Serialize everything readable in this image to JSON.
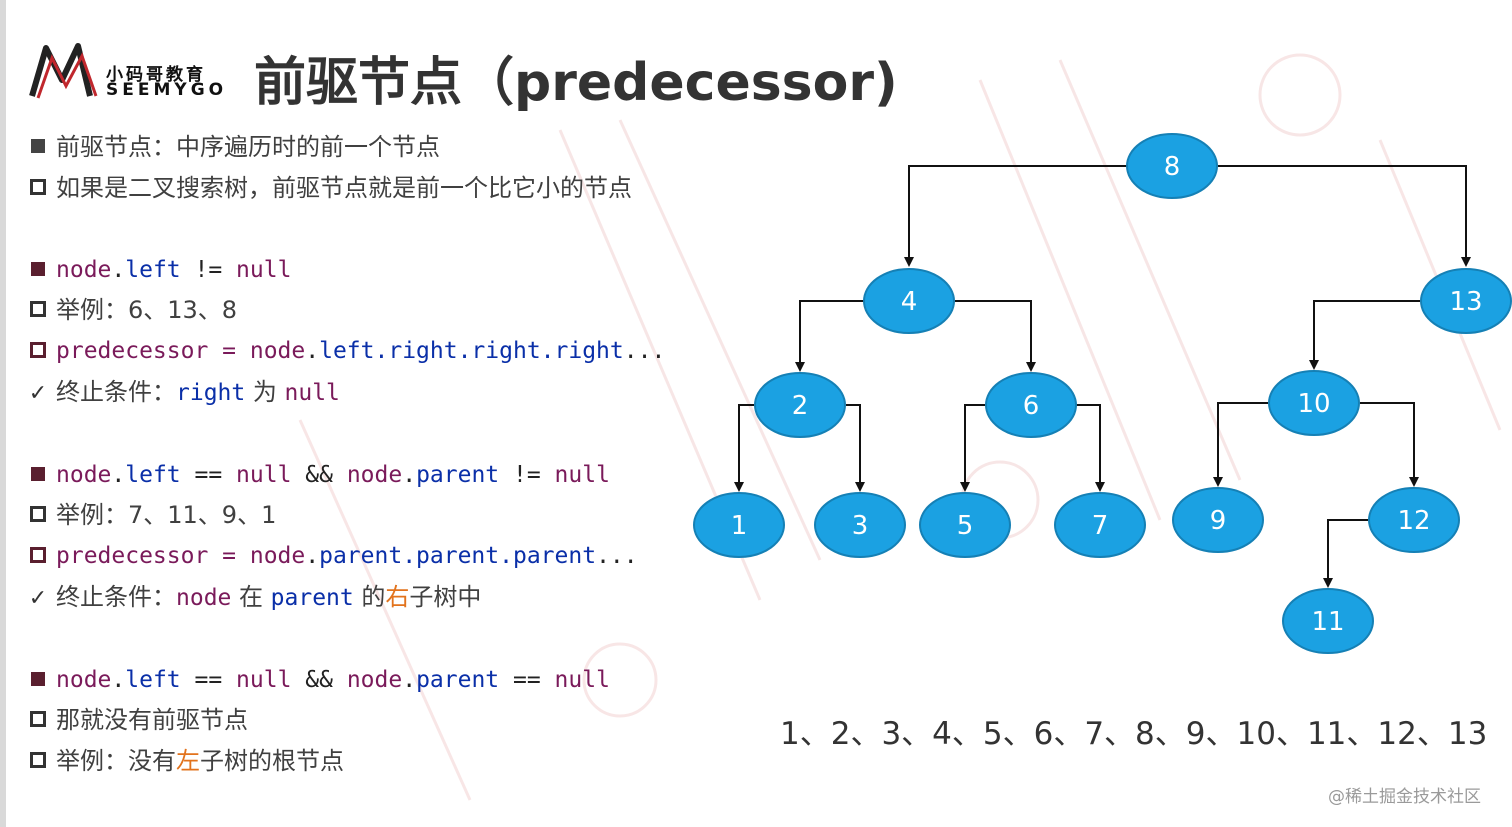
{
  "header": {
    "logo_cn": "小码哥教育",
    "logo_en": "SEEMYGO",
    "title": "前驱节点（predecessor)"
  },
  "bullets": {
    "l1": "前驱节点：中序遍历时的前一个节点",
    "l2": "如果是二叉搜索树，前驱节点就是前一个比它小的节点",
    "c1": {
      "node": "node",
      "dot": ".",
      "left": "left",
      "rest": " != ",
      "null": "null"
    },
    "l4": "举例：6、13、8",
    "l5": {
      "pred": "predecessor = node",
      "dot": ".",
      "chain": "left.right.right.right",
      "ellipsis": "..."
    },
    "l6": {
      "pre": "终止条件：",
      "right": "right",
      "mid": " 为 ",
      "null": "null"
    },
    "c2": {
      "node": "node",
      "dot1": ".",
      "left": "left",
      "eq": " == ",
      "null1": "null",
      "and": " && ",
      "node2": "node",
      "dot2": ".",
      "parent": "parent",
      "neq": " != ",
      "null2": "null"
    },
    "l8": "举例：7、11、9、1",
    "l9": {
      "pred": "predecessor = node",
      "dot": ".",
      "chain": "parent.parent.parent",
      "ellipsis": "..."
    },
    "l10": {
      "pre": "终止条件：",
      "node": "node",
      "mid": " 在 ",
      "parent": "parent",
      "post1": " 的",
      "right_word": "右",
      "post2": "子树中"
    },
    "c3": {
      "node": "node",
      "dot1": ".",
      "left": "left",
      "eq": " == ",
      "null1": "null",
      "and": " && ",
      "node2": "node",
      "dot2": ".",
      "parent": "parent",
      "eq2": " == ",
      "null2": "null"
    },
    "l12": "那就没有前驱节点",
    "l13": {
      "pre": "举例：没有",
      "left_word": "左",
      "post": "子树的根节点"
    }
  },
  "tree": {
    "nodes": [
      "8",
      "4",
      "13",
      "2",
      "6",
      "10",
      "1",
      "3",
      "5",
      "7",
      "9",
      "12",
      "11"
    ],
    "node_color": "#1ba1e2",
    "node_border": "#1580b5"
  },
  "sequence": "1、2、3、4、5、6、7、8、9、10、11、12、13",
  "watermark": "@稀土掘金技术社区",
  "colors": {
    "accent_orange": "#e2731d",
    "keyword": "#7a1a5a",
    "property": "#0a2fa8"
  }
}
